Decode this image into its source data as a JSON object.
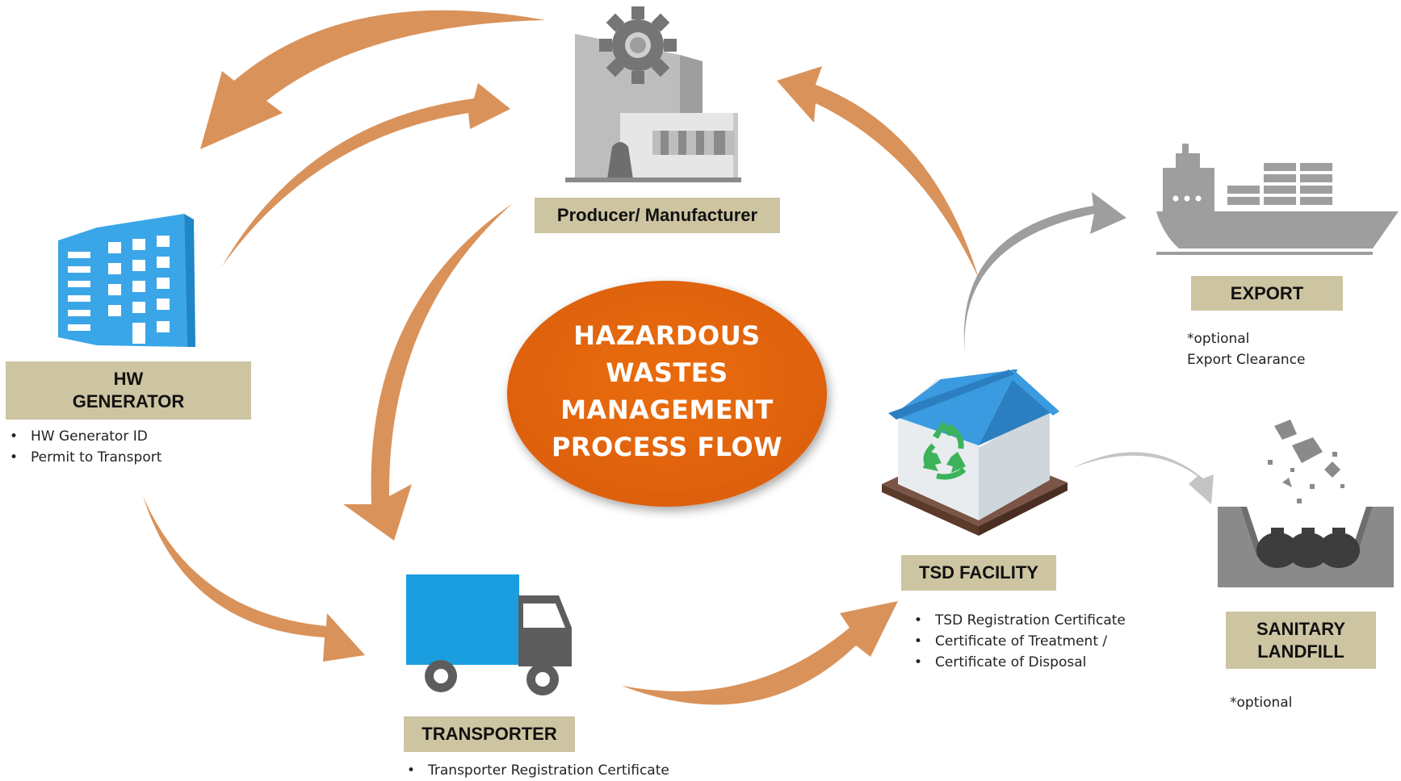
{
  "title": [
    "HAZARDOUS",
    "WASTES",
    "MANAGEMENT",
    "PROCESS FLOW"
  ],
  "nodes": {
    "producer": {
      "label": "Producer/ Manufacturer",
      "icon": "factory-icon"
    },
    "generator": {
      "label_lines": [
        "HW",
        "GENERATOR"
      ],
      "notes": [
        "HW Generator ID",
        "Permit to Transport"
      ],
      "icon": "office-building-icon"
    },
    "transporter": {
      "label": "TRANSPORTER",
      "notes": [
        "Transporter Registration Certificate"
      ],
      "icon": "truck-icon"
    },
    "tsd": {
      "label": "TSD FACILITY",
      "notes": [
        "TSD Registration Certificate",
        "Certificate of Treatment /",
        "Certificate of Disposal"
      ],
      "icon": "recycling-facility-icon"
    },
    "export": {
      "label": "EXPORT",
      "note_lines": [
        "*optional",
        "Export Clearance"
      ],
      "icon": "cargo-ship-icon"
    },
    "landfill": {
      "label_lines": [
        "SANITARY",
        "LANDFILL"
      ],
      "note_lines": [
        "*optional"
      ],
      "icon": "landfill-icon"
    }
  },
  "colors": {
    "arrow": "#d9925a",
    "center": "#e0640e",
    "label_bg": "#cdc4a1",
    "gray_arrow": "#9e9e9e",
    "blue": "#3aa6e8"
  }
}
